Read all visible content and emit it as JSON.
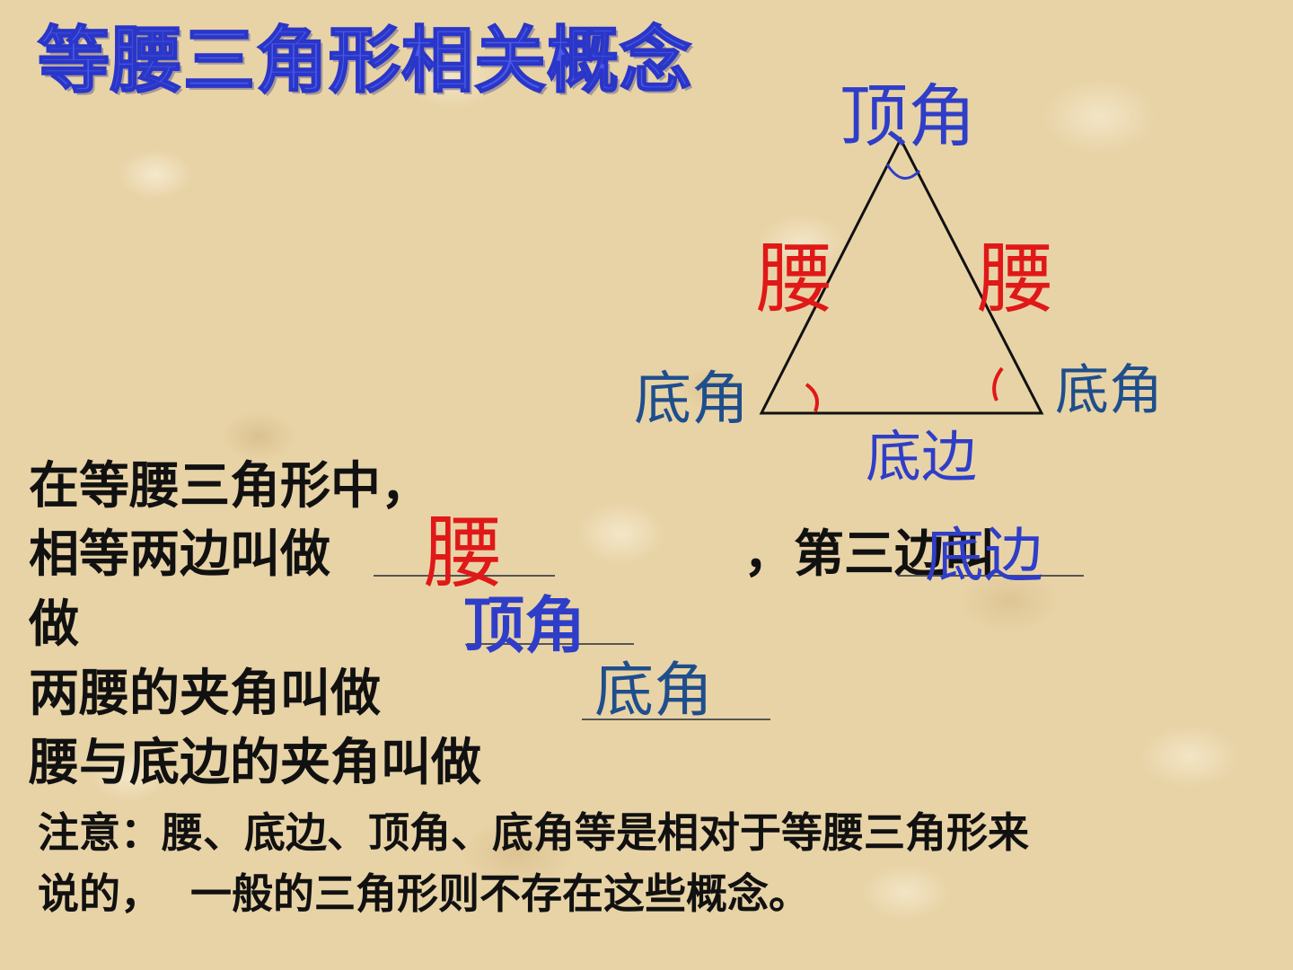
{
  "title": "等腰三角形相关概念",
  "diagram": {
    "apex_label": "顶角",
    "left_leg_label": "腰",
    "right_leg_label": "腰",
    "left_base_angle_label": "底角",
    "right_base_angle_label": "底角",
    "base_label": "底边"
  },
  "body": {
    "line1": "在等腰三角形中，",
    "line2_prefix": "相等两边叫做",
    "line2_mid": "，第三边叫",
    "line3": "做",
    "line4": "两腰的夹角叫做",
    "line5": "腰与底边的夹角叫做"
  },
  "answers": {
    "leg": "腰",
    "base": "底边",
    "apex_angle": "顶角",
    "base_angle": "底角"
  },
  "note": {
    "line1": "注意：腰、底边、顶角、底角等是相对于等腰三角形来",
    "line2": "说的，  一般的三角形则不存在这些概念。"
  },
  "colors": {
    "title": "#4a5ae6",
    "label_blue": "#2f3ec8",
    "label_dark_blue": "#1f4e8c",
    "label_red": "#e01818",
    "text": "#111111"
  }
}
